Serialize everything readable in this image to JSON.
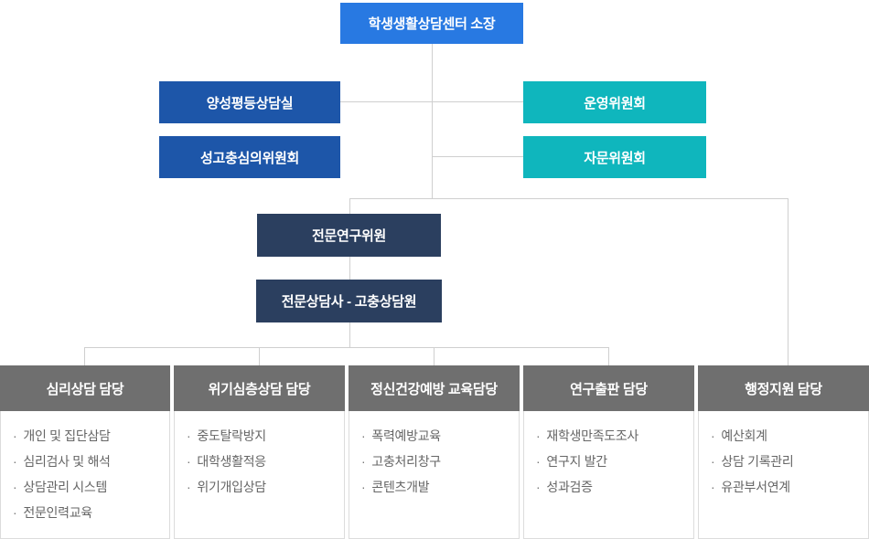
{
  "bullet_char": "·",
  "colors": {
    "primary_blue": "#2879e2",
    "medium_blue": "#1d56a9",
    "teal": "#0fb6bd",
    "navy": "#2b3f5f",
    "header_gray": "#6f6f6f",
    "connector_line": "#cfcfcf",
    "item_text": "#666666"
  },
  "root": {
    "label": "학생생활상담센터 소장"
  },
  "left_branch": [
    {
      "label": "양성평등상담실"
    },
    {
      "label": "성고충심의위원회"
    }
  ],
  "right_branch": [
    {
      "label": "운영위원회"
    },
    {
      "label": "자문위원회"
    }
  ],
  "middle_nodes": [
    {
      "label": "전문연구위원"
    },
    {
      "label": "전문상담사 - 고충상담원"
    }
  ],
  "departments": [
    {
      "title": "심리상담 담당",
      "items": [
        "개인 및 집단삼담",
        "심리검사 및 해석",
        "상담관리 시스템",
        "전문인력교육"
      ]
    },
    {
      "title": "위기심층상담 담당",
      "items": [
        "중도탈락방지",
        "대학생활적응",
        "위기개입상담"
      ]
    },
    {
      "title": "정신건강예방 교육담당",
      "items": [
        "폭력예방교육",
        "고충처리창구",
        "콘텐츠개발"
      ]
    },
    {
      "title": "연구출판 담당",
      "items": [
        "재학생만족도조사",
        "연구지 발간",
        "성과검증"
      ]
    },
    {
      "title": "행정지원 담당",
      "items": [
        "예산회계",
        "상담 기록관리",
        "유관부서연계"
      ]
    }
  ]
}
